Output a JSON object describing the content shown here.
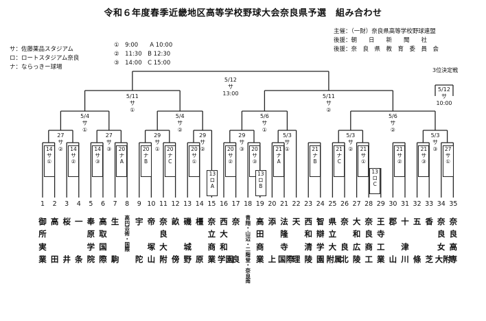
{
  "title": "令和６年度春季近畿地区高等学校野球大会奈良県予選　組み合わせ",
  "venues": [
    "サ：佐藤薬品スタジアム",
    "ロ：ロートスタジアム奈良",
    "ナ：ならっきー球場"
  ],
  "times": [
    [
      "①　9:00",
      "A 10:00"
    ],
    [
      "②　11:30",
      "B 12:30"
    ],
    [
      "③　14:00",
      "C 15:00"
    ]
  ],
  "organizers": [
    "主催：（一財）奈良県高等学校野球連盟",
    "後援：朝　　日　　新　　聞　　社",
    "後援：奈　良　県　教　育　委　員　会"
  ],
  "third_place_label": "3位決定戦",
  "teams": [
    {
      "n": "1",
      "s": "御所実業"
    },
    {
      "n": "2",
      "s": "高田"
    },
    {
      "n": "3",
      "s": "桜井"
    },
    {
      "n": "4",
      "s": "一条"
    },
    {
      "n": "5",
      "s": "奉原学院"
    },
    {
      "n": "6",
      "s": "高取国際"
    },
    {
      "n": "7",
      "s": "生駒"
    },
    {
      "n": "8",
      "s": "高円芸術・国際"
    },
    {
      "n": "9",
      "s": "宇陀"
    },
    {
      "n": "10",
      "s": "帝塚山"
    },
    {
      "n": "11",
      "s": "奈良大附"
    },
    {
      "n": "12",
      "s": "畝傍"
    },
    {
      "n": "13",
      "s": "磯城野"
    },
    {
      "n": "14",
      "s": "橿原"
    },
    {
      "n": "15",
      "s": "奈立商業"
    },
    {
      "n": "16",
      "s": "西大和学園"
    },
    {
      "n": "17",
      "s": "奈良"
    },
    {
      "n": "18",
      "s": "青翔・山辺・二階堂・奈良南"
    },
    {
      "n": "19",
      "s": "高田商業"
    },
    {
      "n": "20",
      "s": "添上"
    },
    {
      "n": "21",
      "s": "法隆寺国際"
    },
    {
      "n": "22",
      "s": "天理"
    },
    {
      "n": "23",
      "s": "西和清陵"
    },
    {
      "n": "24",
      "s": "智辯学園"
    },
    {
      "n": "25",
      "s": "県立大附属"
    },
    {
      "n": "26",
      "s": "奈良北"
    },
    {
      "n": "27",
      "s": "大和広陵"
    },
    {
      "n": "28",
      "s": "奈良商工"
    },
    {
      "n": "29",
      "s": "王寺工業"
    },
    {
      "n": "30",
      "s": "郡山"
    },
    {
      "n": "31",
      "s": "十津川"
    },
    {
      "n": "32",
      "s": "五條"
    },
    {
      "n": "33",
      "s": "香芝"
    },
    {
      "n": "34",
      "s": "奈良女大附"
    },
    {
      "n": "35",
      "s": "奈良高専"
    }
  ],
  "matches": {
    "final": [
      "5/12",
      "サ",
      "13:00"
    ],
    "third": [
      "5/12",
      "サ",
      "10:00"
    ],
    "semi_l": [
      "5/11",
      "サ",
      "①"
    ],
    "semi_r": [
      "5/11",
      "サ",
      "②"
    ],
    "q1": [
      "5/4",
      "サ",
      "①"
    ],
    "q2": [
      "5/4",
      "サ",
      "②"
    ],
    "q3": [
      "5/6",
      "サ",
      "①"
    ],
    "q4": [
      "5/6",
      "サ",
      "②"
    ],
    "r1": [
      "27",
      "サ",
      "②"
    ],
    "r2": [
      "27",
      "サ",
      "③"
    ],
    "r3": [
      "29",
      "サ",
      "①"
    ],
    "r4": [
      "29",
      "サ",
      "②"
    ],
    "r5": [
      "29",
      "サ",
      "③"
    ],
    "r6": [
      "5/3",
      "サ",
      "①"
    ],
    "r7": [
      "5/3",
      "サ",
      "②"
    ],
    "r8": [
      "5/3",
      "サ",
      "③"
    ],
    "b1": [
      "14",
      "サ",
      "①"
    ],
    "b2": [
      "14",
      "サ",
      "②"
    ],
    "b3": [
      "14",
      "サ",
      "③"
    ],
    "b4": [
      "20",
      "ナ",
      "A"
    ],
    "b5": [
      "20",
      "ナ",
      "B"
    ],
    "b6": [
      "20",
      "ナ",
      "C"
    ],
    "b7": [
      "20",
      "サ",
      "①"
    ],
    "b8": [
      "20",
      "サ",
      "②"
    ],
    "b9": [
      "20",
      "サ",
      "③"
    ],
    "b10": [
      "21",
      "ナ",
      "A"
    ],
    "b11": [
      "21",
      "ナ",
      "B"
    ],
    "b12": [
      "21",
      "ナ",
      "C"
    ],
    "b13": [
      "21",
      "サ",
      "①"
    ],
    "b14": [
      "21",
      "サ",
      "②"
    ],
    "b15": [
      "21",
      "サ",
      "③"
    ],
    "b16": [
      "27",
      "サ",
      "①"
    ],
    "p1": [
      "13",
      "ロ",
      "A"
    ],
    "p2": [
      "13",
      "ロ",
      "B"
    ],
    "p3": [
      "13",
      "ロ",
      "C"
    ]
  }
}
